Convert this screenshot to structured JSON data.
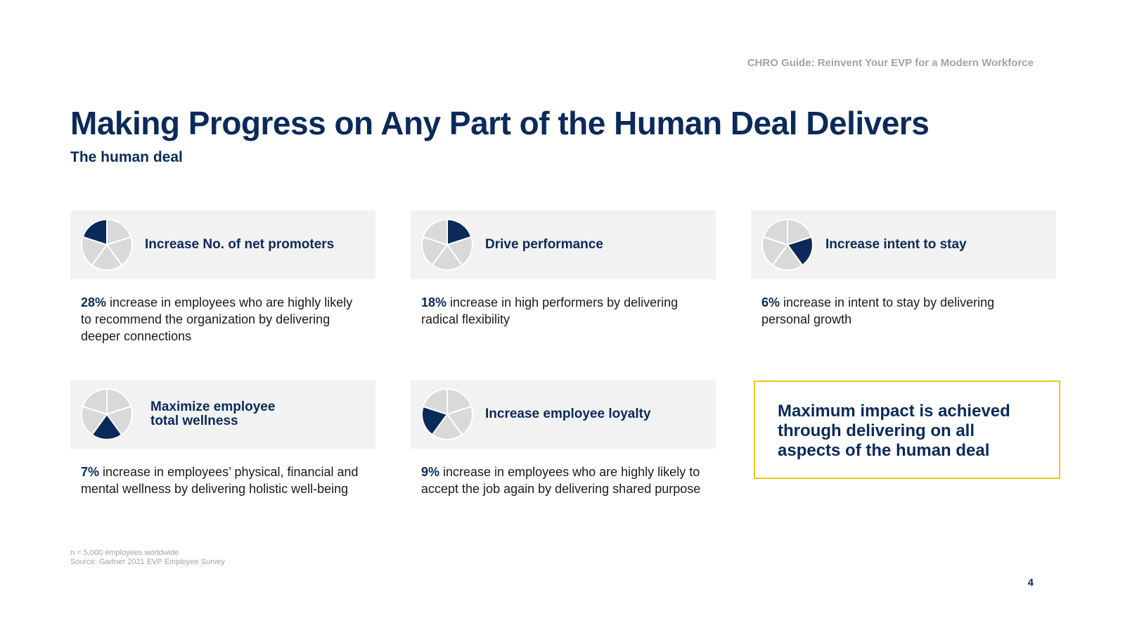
{
  "header": {
    "guide_title": "CHRO Guide: Reinvent Your EVP for a Modern Workforce"
  },
  "title": "Making Progress on Any Part of the Human Deal Delivers",
  "subtitle": "The human deal",
  "cards": [
    {
      "label": "Increase No. of net promoters",
      "stat": "28%",
      "text": " increase in employees who are highly likely to recommend the organization by delivering deeper connections",
      "highlight_slice": 4
    },
    {
      "label": "Drive performance",
      "stat": "18%",
      "text": " increase in high performers by delivering radical flexibility",
      "highlight_slice": 0
    },
    {
      "label": "Increase intent to stay",
      "stat": "6%",
      "text": " increase in intent to stay by delivering personal growth",
      "highlight_slice": 1
    },
    {
      "label": "Maximize employee total wellness",
      "stat": "7%",
      "text": " increase in employees’ physical, financial and mental wellness by delivering holistic well-being",
      "highlight_slice": 2
    },
    {
      "label": "Increase employee loyalty",
      "stat": "9%",
      "text": " increase in employees who are highly likely to accept the job again by delivering shared purpose",
      "highlight_slice": 3
    }
  ],
  "callout": "Maximum impact is achieved through delivering on all aspects of the human deal",
  "footnote": {
    "line1": "n = 5,000 employees worldwide",
    "line2": "Source: Gartner 2021 EVP Employee Survey"
  },
  "page_number": "4",
  "colors": {
    "navy": "#0b2a5b",
    "slice_grey": "#d9d9d9",
    "card_bg": "#f2f2f2",
    "callout_border": "#f5c518"
  },
  "icons": {
    "pie": "pie-chart-icon"
  }
}
